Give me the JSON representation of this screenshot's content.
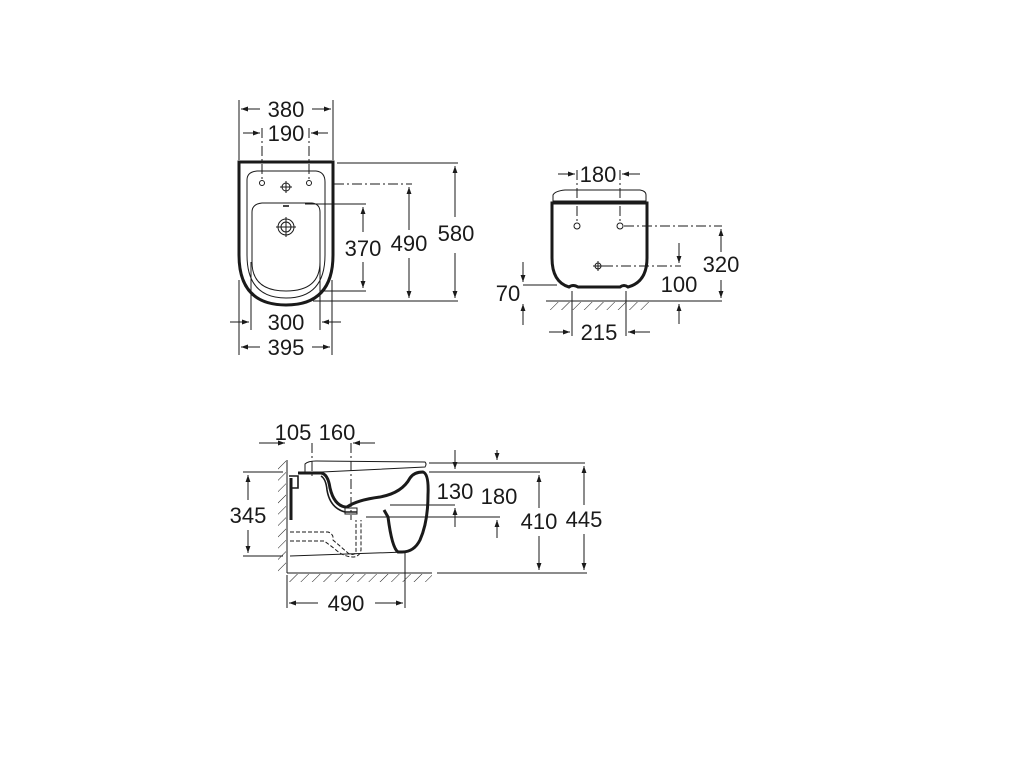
{
  "drawing": {
    "title": "Wall-hung bidet dimension drawing",
    "units": "mm",
    "line_color": "#1a1a1a",
    "background": "#ffffff",
    "views": {
      "top_view": {
        "overall_width": "380",
        "tap_hole_spacing": "190",
        "bowl_length": "370",
        "fixing_to_front": "490",
        "overall_length": "580",
        "inner_width": "300",
        "outer_width": "395"
      },
      "rear_view": {
        "fixing_spacing": "180",
        "fixing_height": "320",
        "waste_height": "100",
        "floor_gap": "70",
        "foot_spacing": "215"
      },
      "side_view": {
        "wall_to_fixing": "105",
        "fixing_to_tap": "160",
        "wall_bracket_height": "345",
        "rim_to_outlet": "130",
        "seat_to_outlet": "180",
        "rim_height": "410",
        "seat_height": "445",
        "projection": "490"
      }
    }
  }
}
